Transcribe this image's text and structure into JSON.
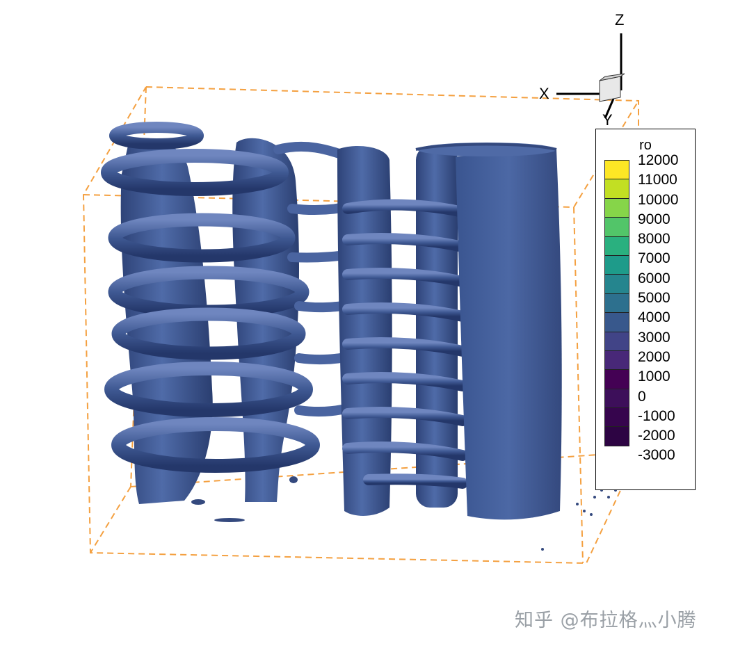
{
  "axes": {
    "z_label": "Z",
    "x_label": "X",
    "y_label": "Y"
  },
  "legend": {
    "title": "ro",
    "levels": [
      {
        "label": "12000",
        "color": "#fde725"
      },
      {
        "label": "11000",
        "color": "#c2df23"
      },
      {
        "label": "10000",
        "color": "#86d549"
      },
      {
        "label": "9000",
        "color": "#52c569"
      },
      {
        "label": "8000",
        "color": "#2ab07f"
      },
      {
        "label": "7000",
        "color": "#1e9b8a"
      },
      {
        "label": "6000",
        "color": "#25858e"
      },
      {
        "label": "5000",
        "color": "#2d708e"
      },
      {
        "label": "4000",
        "color": "#38588c"
      },
      {
        "label": "3000",
        "color": "#414487"
      },
      {
        "label": "2000",
        "color": "#482878"
      },
      {
        "label": "1000",
        "color": "#440154"
      },
      {
        "label": "0",
        "color": "#3d0f5a"
      },
      {
        "label": "-1000",
        "color": "#36054d"
      },
      {
        "label": "-2000",
        "color": "#2d0443"
      },
      {
        "label": "-3000",
        "color": "#230338"
      }
    ]
  },
  "colors": {
    "isosurface": "#3e5a96",
    "bounding_box": "#f4a040"
  },
  "watermark": "知乎 @布拉格灬小腾"
}
